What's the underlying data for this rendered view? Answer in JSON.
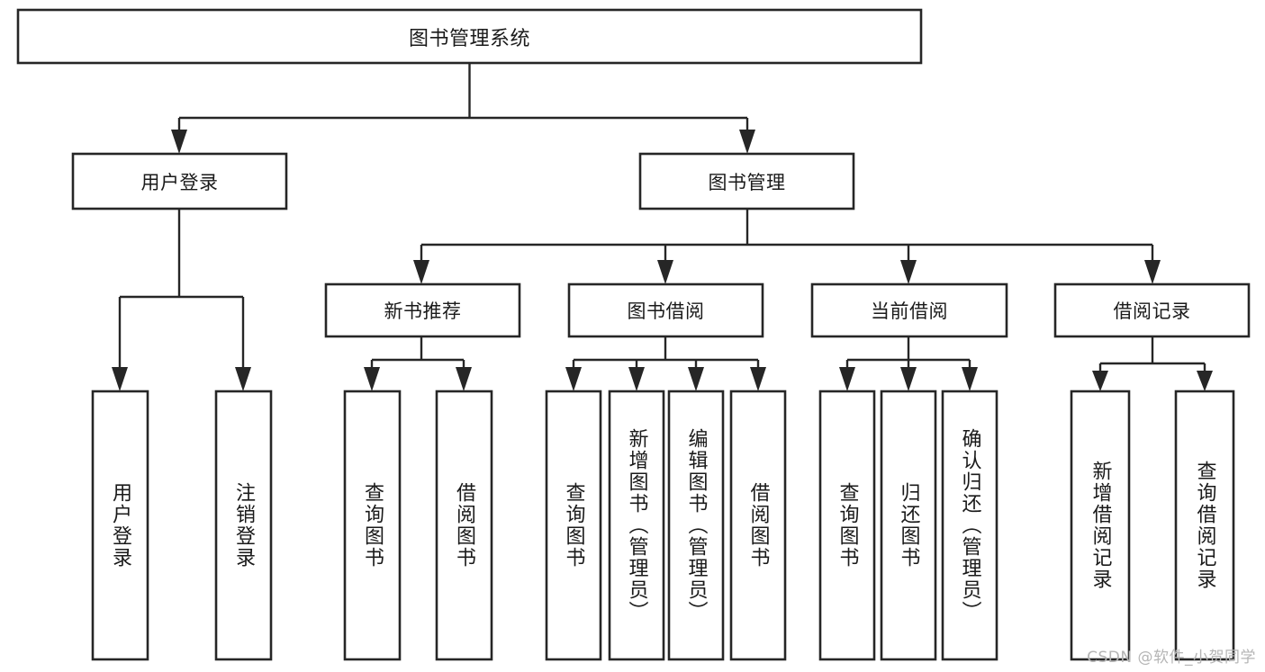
{
  "diagram": {
    "type": "tree-hierarchy",
    "title": "图书管理系统",
    "watermark": "CSDN @软件_小贺同学",
    "colors": {
      "stroke": "#262626",
      "fill": "#ffffff",
      "text": "#1a1a1a",
      "watermark": "#b5b5b5",
      "background": "#ffffff"
    },
    "levels": [
      {
        "level": 1,
        "nodes": [
          {
            "id": "root",
            "label": "图书管理系统",
            "orientation": "horizontal"
          }
        ]
      },
      {
        "level": 2,
        "nodes": [
          {
            "id": "user-login",
            "label": "用户登录",
            "orientation": "horizontal",
            "parent": "root"
          },
          {
            "id": "book-manage",
            "label": "图书管理",
            "orientation": "horizontal",
            "parent": "root"
          }
        ]
      },
      {
        "level": 3,
        "nodes": [
          {
            "id": "new-book-recommend",
            "label": "新书推荐",
            "orientation": "horizontal",
            "parent": "book-manage"
          },
          {
            "id": "book-borrow",
            "label": "图书借阅",
            "orientation": "horizontal",
            "parent": "book-manage"
          },
          {
            "id": "current-borrow",
            "label": "当前借阅",
            "orientation": "horizontal",
            "parent": "book-manage"
          },
          {
            "id": "borrow-record",
            "label": "借阅记录",
            "orientation": "horizontal",
            "parent": "book-manage"
          }
        ]
      },
      {
        "level": 4,
        "nodes": [
          {
            "id": "leaf-user-login",
            "label": "用户登录",
            "orientation": "vertical",
            "parent": "user-login"
          },
          {
            "id": "leaf-user-logout",
            "label": "注销登录",
            "orientation": "vertical",
            "parent": "user-login"
          },
          {
            "id": "leaf-query-book-1",
            "label": "查询图书",
            "orientation": "vertical",
            "parent": "new-book-recommend"
          },
          {
            "id": "leaf-borrow-book-1",
            "label": "借阅图书",
            "orientation": "vertical",
            "parent": "new-book-recommend"
          },
          {
            "id": "leaf-query-book-2",
            "label": "查询图书",
            "orientation": "vertical",
            "parent": "book-borrow"
          },
          {
            "id": "leaf-add-book",
            "label": "新增图书（管理员）",
            "orientation": "vertical",
            "parent": "book-borrow"
          },
          {
            "id": "leaf-edit-book",
            "label": "编辑图书（管理员）",
            "orientation": "vertical",
            "parent": "book-borrow"
          },
          {
            "id": "leaf-borrow-book-2",
            "label": "借阅图书",
            "orientation": "vertical",
            "parent": "book-borrow"
          },
          {
            "id": "leaf-query-book-3",
            "label": "查询图书",
            "orientation": "vertical",
            "parent": "current-borrow"
          },
          {
            "id": "leaf-return-book",
            "label": "归还图书",
            "orientation": "vertical",
            "parent": "current-borrow"
          },
          {
            "id": "leaf-confirm-return",
            "label": "确认归还（管理员）",
            "orientation": "vertical",
            "parent": "current-borrow"
          },
          {
            "id": "leaf-add-record",
            "label": "新增借阅记录",
            "orientation": "vertical",
            "parent": "borrow-record"
          },
          {
            "id": "leaf-query-record",
            "label": "查询借阅记录",
            "orientation": "vertical",
            "parent": "borrow-record"
          }
        ]
      }
    ]
  }
}
